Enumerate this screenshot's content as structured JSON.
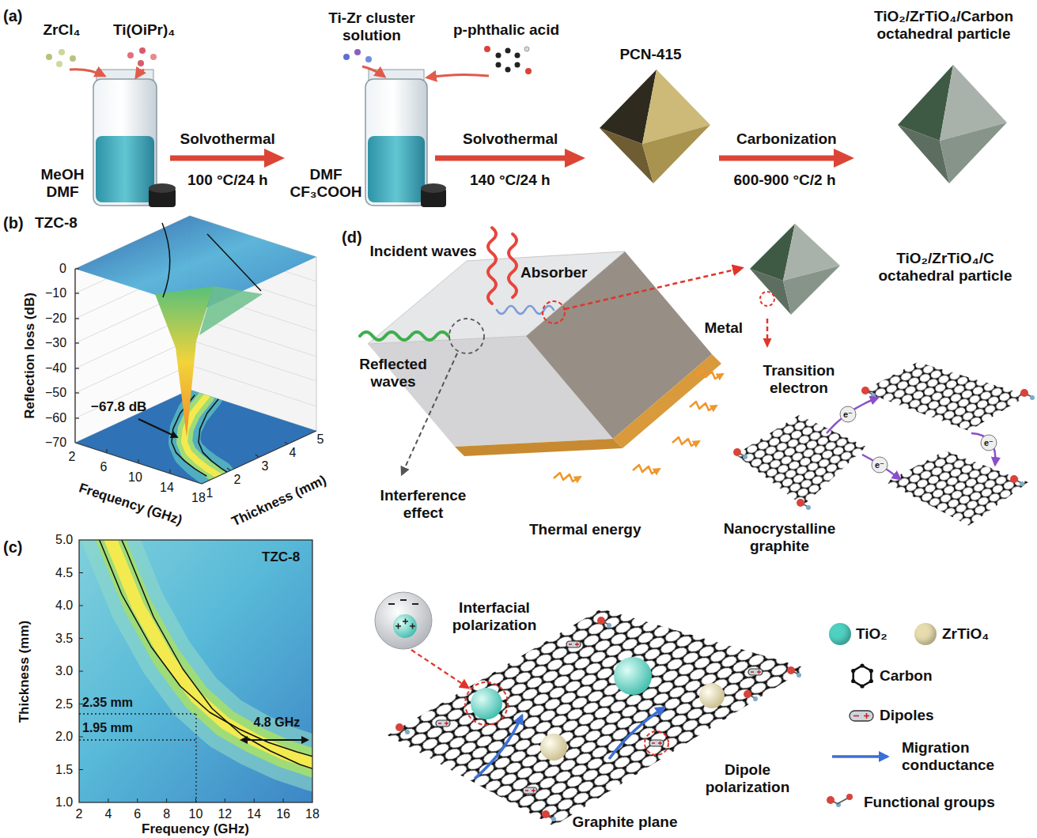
{
  "diagram": {
    "nodes": [
      {
        "text": [
          "MeOH DMF"
        ]
      },
      {
        "text": [
          "DMF CF₃COOH"
        ]
      },
      {
        "text": [
          "PCN-415"
        ]
      },
      {
        "text": [
          "TiO₂/ZrTiO₄/Carbon octahedral particle"
        ]
      },
      {
        "text": [
          "TiO₂/ZrTiO₄/C octahedral particle"
        ]
      },
      {
        "text": [
          "Transition electron",
          "Nanocrystalline graphite"
        ]
      },
      {
        "text": [
          "Interfacial polarization"
        ]
      }
    ],
    "edges": [
      {
        "from": 0,
        "to": 1,
        "label": "Solvothermal",
        "arrow": "to"
      },
      {
        "from": 1,
        "to": 2,
        "label": "Solvothermal",
        "arrow": "to"
      },
      {
        "from": 2,
        "to": 3,
        "label": "Carbonization",
        "arrow": "to"
      },
      {
        "from": 4,
        "to": 5,
        "arrow": "to"
      }
    ],
    "labels": [
      "(a)",
      "ZrCl₄",
      "Ti(OiPr)₄",
      "100 °C/24 h",
      "Ti-Zr cluster solution",
      "p-phthalic acid",
      "140 °C/24 h",
      "600-900 °C/2 h",
      "(b)",
      "TZC-8",
      "0",
      "−10",
      "−20",
      "−30",
      "−40",
      "−50",
      "−60",
      "−70",
      "Reflection loss (dB)",
      "−67.8 dB",
      "2",
      "6",
      "10",
      "14",
      "18",
      "Frequency (GHz)",
      "1",
      "2",
      "3",
      "4",
      "5",
      "Thickness (mm)",
      "(c)",
      "TZC-8",
      "5.0",
      "4.5",
      "4.0",
      "3.5",
      "3.0",
      "2.5",
      "2.0",
      "1.5",
      "1.0",
      "Thickness (mm)",
      "2",
      "4",
      "6",
      "8",
      "10",
      "12",
      "14",
      "16",
      "18",
      "Frequency (GHz)",
      "2.35 mm",
      "1.95 mm",
      "4.8 GHz",
      "(d)",
      "Incident waves",
      "Absorber",
      "Reflected waves",
      "Metal",
      "Interference effect",
      "Thermal energy",
      "e⁻",
      "e⁻",
      "e⁻",
      "Graphite plane",
      "Dipole polarization"
    ],
    "legend": [
      {
        "text": "TiO₂",
        "color": "#4fd0c0"
      },
      {
        "text": "ZrTiO₄",
        "color": "#e6dcae"
      },
      {
        "text": "Carbon"
      },
      {
        "text": "Dipoles"
      },
      {
        "text": "Migration conductance"
      },
      {
        "text": "Functional groups"
      }
    ]
  }
}
